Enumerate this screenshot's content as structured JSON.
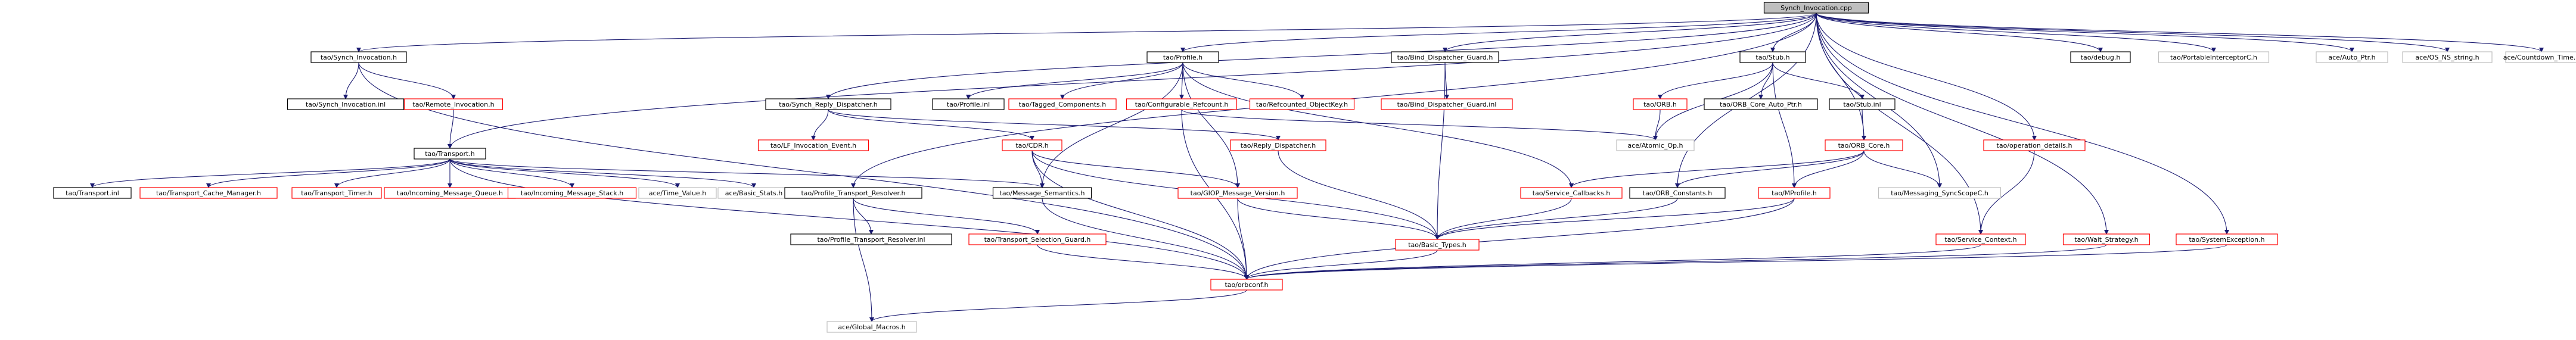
{
  "colors": {
    "edge": "#191970",
    "root_fill": "#bfbfbf",
    "default_border": "#000000",
    "red_border": "#ff0000",
    "gray_border": "#bfbfbf"
  },
  "nodes": [
    {
      "id": "root",
      "label": "Synch_Invocation.cpp",
      "style": "root"
    },
    {
      "id": "synchInvH",
      "label": "tao/Synch_Invocation.h",
      "style": "black"
    },
    {
      "id": "profileH",
      "label": "tao/Profile.h",
      "style": "black"
    },
    {
      "id": "bindGuardH",
      "label": "tao/Bind_Dispatcher_Guard.h",
      "style": "black"
    },
    {
      "id": "stubH",
      "label": "tao/Stub.h",
      "style": "black"
    },
    {
      "id": "debugH",
      "label": "tao/debug.h",
      "style": "black"
    },
    {
      "id": "portableInterceptorC",
      "label": "tao/PortableInterceptorC.h",
      "style": "gray"
    },
    {
      "id": "autoPtr",
      "label": "ace/Auto_Ptr.h",
      "style": "gray"
    },
    {
      "id": "osNsString",
      "label": "ace/OS_NS_string.h",
      "style": "gray"
    },
    {
      "id": "countdownTime",
      "label": "ace/Countdown_Time.h",
      "style": "gray"
    },
    {
      "id": "synchInvInl",
      "label": "tao/Synch_Invocation.inl",
      "style": "black"
    },
    {
      "id": "remoteInvH",
      "label": "tao/Remote_Invocation.h",
      "style": "red"
    },
    {
      "id": "synchReplyDispH",
      "label": "tao/Synch_Reply_Dispatcher.h",
      "style": "black"
    },
    {
      "id": "profileInl",
      "label": "tao/Profile.inl",
      "style": "black"
    },
    {
      "id": "taggedComponentsH",
      "label": "tao/Tagged_Components.h",
      "style": "red"
    },
    {
      "id": "configurableRefcount",
      "label": "tao/Configurable_Refcount.h",
      "style": "red"
    },
    {
      "id": "refcountedObjectKey",
      "label": "tao/Refcounted_ObjectKey.h",
      "style": "red"
    },
    {
      "id": "bindGuardInl",
      "label": "tao/Bind_Dispatcher_Guard.inl",
      "style": "red"
    },
    {
      "id": "orbH",
      "label": "tao/ORB.h",
      "style": "red"
    },
    {
      "id": "orbCoreAutoPtr",
      "label": "tao/ORB_Core_Auto_Ptr.h",
      "style": "black"
    },
    {
      "id": "stubInl",
      "label": "tao/Stub.inl",
      "style": "black"
    },
    {
      "id": "atomicOp",
      "label": "ace/Atomic_Op.h",
      "style": "gray"
    },
    {
      "id": "lfInvEvent",
      "label": "tao/LF_Invocation_Event.h",
      "style": "red"
    },
    {
      "id": "orbCoreH",
      "label": "tao/ORB_Core.h",
      "style": "red"
    },
    {
      "id": "operationDetails",
      "label": "tao/operation_details.h",
      "style": "red"
    },
    {
      "id": "transportH",
      "label": "tao/Transport.h",
      "style": "black"
    },
    {
      "id": "cdrH",
      "label": "tao/CDR.h",
      "style": "red"
    },
    {
      "id": "replyDispH",
      "label": "tao/Reply_Dispatcher.h",
      "style": "red"
    },
    {
      "id": "transportInl",
      "label": "tao/Transport.inl",
      "style": "black"
    },
    {
      "id": "transportCacheManager",
      "label": "tao/Transport_Cache_Manager.h",
      "style": "red"
    },
    {
      "id": "transportTimer",
      "label": "tao/Transport_Timer.h",
      "style": "red"
    },
    {
      "id": "incomingMessageQueue",
      "label": "tao/Incoming_Message_Queue.h",
      "style": "red"
    },
    {
      "id": "incomingMessageStack",
      "label": "tao/Incoming_Message_Stack.h",
      "style": "red"
    },
    {
      "id": "timeValue",
      "label": "ace/Time_Value.h",
      "style": "gray"
    },
    {
      "id": "basicStats",
      "label": "ace/Basic_Stats.h",
      "style": "gray"
    },
    {
      "id": "profileTransportResolver",
      "label": "tao/Profile_Transport_Resolver.h",
      "style": "black"
    },
    {
      "id": "messageSemantics",
      "label": "tao/Message_Semantics.h",
      "style": "black"
    },
    {
      "id": "giopMessageVersion",
      "label": "tao/GIOP_Message_Version.h",
      "style": "red"
    },
    {
      "id": "serviceCallbacks",
      "label": "tao/Service_Callbacks.h",
      "style": "red"
    },
    {
      "id": "orbConstants",
      "label": "tao/ORB_Constants.h",
      "style": "black"
    },
    {
      "id": "mProfile",
      "label": "tao/MProfile.h",
      "style": "red"
    },
    {
      "id": "messagingSyncScopeC",
      "label": "tao/Messaging_SyncScopeC.h",
      "style": "gray"
    },
    {
      "id": "profileTransportResolverInl",
      "label": "tao/Profile_Transport_Resolver.inl",
      "style": "black"
    },
    {
      "id": "transportSelectionGuard",
      "label": "tao/Transport_Selection_Guard.h",
      "style": "red"
    },
    {
      "id": "basicTypes",
      "label": "tao/Basic_Types.h",
      "style": "red"
    },
    {
      "id": "serviceContext",
      "label": "tao/Service_Context.h",
      "style": "red"
    },
    {
      "id": "waitStrategy",
      "label": "tao/Wait_Strategy.h",
      "style": "red"
    },
    {
      "id": "systemException",
      "label": "tao/SystemException.h",
      "style": "red"
    },
    {
      "id": "orbconf",
      "label": "tao/orbconf.h",
      "style": "red"
    },
    {
      "id": "globalMacros",
      "label": "ace/Global_Macros.h",
      "style": "gray"
    }
  ],
  "edges": [
    [
      "root",
      "synchInvH"
    ],
    [
      "root",
      "profileH"
    ],
    [
      "root",
      "bindGuardH"
    ],
    [
      "root",
      "stubH"
    ],
    [
      "root",
      "debugH"
    ],
    [
      "root",
      "portableInterceptorC"
    ],
    [
      "root",
      "autoPtr"
    ],
    [
      "root",
      "osNsString"
    ],
    [
      "root",
      "countdownTime"
    ],
    [
      "root",
      "synchReplyDispH"
    ],
    [
      "root",
      "transportH"
    ],
    [
      "root",
      "orbCoreH"
    ],
    [
      "root",
      "operationDetails"
    ],
    [
      "root",
      "systemException"
    ],
    [
      "root",
      "waitStrategy"
    ],
    [
      "root",
      "messagingSyncScopeC"
    ],
    [
      "root",
      "orbConstants"
    ],
    [
      "root",
      "profileTransportResolver"
    ],
    [
      "root",
      "serviceContext"
    ],
    [
      "synchInvH",
      "synchInvInl"
    ],
    [
      "synchInvH",
      "remoteInvH"
    ],
    [
      "synchInvH",
      "orbconf"
    ],
    [
      "remoteInvH",
      "transportH"
    ],
    [
      "profileH",
      "profileInl"
    ],
    [
      "profileH",
      "taggedComponentsH"
    ],
    [
      "profileH",
      "configurableRefcount"
    ],
    [
      "profileH",
      "refcountedObjectKey"
    ],
    [
      "profileH",
      "giopMessageVersion"
    ],
    [
      "profileH",
      "serviceCallbacks"
    ],
    [
      "profileH",
      "messageSemantics"
    ],
    [
      "configurableRefcount",
      "atomicOp"
    ],
    [
      "configurableRefcount",
      "orbconf"
    ],
    [
      "bindGuardH",
      "bindGuardInl"
    ],
    [
      "bindGuardH",
      "basicTypes"
    ],
    [
      "stubH",
      "orbH"
    ],
    [
      "stubH",
      "orbCoreAutoPtr"
    ],
    [
      "stubH",
      "stubInl"
    ],
    [
      "stubH",
      "mProfile"
    ],
    [
      "stubH",
      "atomicOp"
    ],
    [
      "orbH",
      "atomicOp"
    ],
    [
      "stubInl",
      "orbCoreH"
    ],
    [
      "synchReplyDispH",
      "lfInvEvent"
    ],
    [
      "synchReplyDispH",
      "cdrH"
    ],
    [
      "synchReplyDispH",
      "replyDispH"
    ],
    [
      "replyDispH",
      "basicTypes"
    ],
    [
      "orbCoreH",
      "serviceCallbacks"
    ],
    [
      "orbCoreH",
      "orbConstants"
    ],
    [
      "orbCoreH",
      "messagingSyncScopeC"
    ],
    [
      "orbCoreH",
      "mProfile"
    ],
    [
      "operationDetails",
      "serviceContext"
    ],
    [
      "transportH",
      "transportInl"
    ],
    [
      "transportH",
      "transportCacheManager"
    ],
    [
      "transportH",
      "transportTimer"
    ],
    [
      "transportH",
      "incomingMessageQueue"
    ],
    [
      "transportH",
      "incomingMessageStack"
    ],
    [
      "transportH",
      "timeValue"
    ],
    [
      "transportH",
      "basicStats"
    ],
    [
      "transportH",
      "messageSemantics"
    ],
    [
      "transportH",
      "orbconf"
    ],
    [
      "cdrH",
      "giopMessageVersion"
    ],
    [
      "cdrH",
      "messageSemantics"
    ],
    [
      "cdrH",
      "orbconf"
    ],
    [
      "cdrH",
      "basicTypes"
    ],
    [
      "profileTransportResolver",
      "profileTransportResolverInl"
    ],
    [
      "profileTransportResolver",
      "transportSelectionGuard"
    ],
    [
      "profileTransportResolver",
      "globalMacros"
    ],
    [
      "messageSemantics",
      "orbconf"
    ],
    [
      "giopMessageVersion",
      "orbconf"
    ],
    [
      "giopMessageVersion",
      "basicTypes"
    ],
    [
      "serviceCallbacks",
      "basicTypes"
    ],
    [
      "orbConstants",
      "basicTypes"
    ],
    [
      "mProfile",
      "basicTypes"
    ],
    [
      "mProfile",
      "orbconf"
    ],
    [
      "transportSelectionGuard",
      "orbconf"
    ],
    [
      "basicTypes",
      "orbconf"
    ],
    [
      "serviceContext",
      "orbconf"
    ],
    [
      "waitStrategy",
      "orbconf"
    ],
    [
      "systemException",
      "orbconf"
    ],
    [
      "orbconf",
      "globalMacros"
    ]
  ]
}
